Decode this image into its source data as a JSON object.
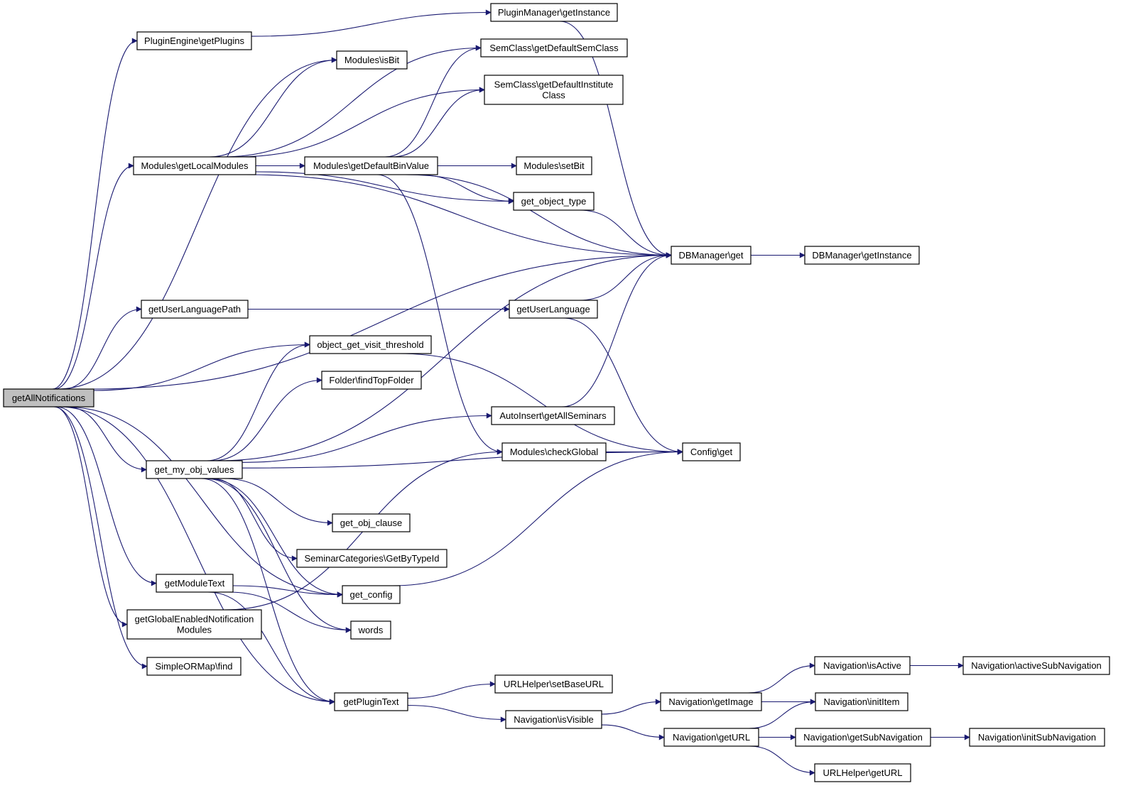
{
  "diagram": {
    "root": "root",
    "nodes": [
      {
        "id": "root",
        "label": "getAllNotifications",
        "highlight": true
      },
      {
        "id": "pe_getPlugins",
        "label": "PluginEngine\\getPlugins"
      },
      {
        "id": "pm_getInstance",
        "label": "PluginManager\\getInstance"
      },
      {
        "id": "mod_isBit",
        "label": "Modules\\isBit"
      },
      {
        "id": "sc_defSem",
        "label": "SemClass\\getDefaultSemClass"
      },
      {
        "id": "sc_defInst",
        "label": "SemClass\\getDefaultInstitute\nClass"
      },
      {
        "id": "mod_getLocal",
        "label": "Modules\\getLocalModules"
      },
      {
        "id": "mod_getDefBin",
        "label": "Modules\\getDefaultBinValue"
      },
      {
        "id": "mod_setBit",
        "label": "Modules\\setBit"
      },
      {
        "id": "get_object_type",
        "label": "get_object_type"
      },
      {
        "id": "dbm_get",
        "label": "DBManager\\get"
      },
      {
        "id": "dbm_getInstance",
        "label": "DBManager\\getInstance"
      },
      {
        "id": "getUserLangPath",
        "label": "getUserLanguagePath"
      },
      {
        "id": "getUserLang",
        "label": "getUserLanguage"
      },
      {
        "id": "obj_visit",
        "label": "object_get_visit_threshold"
      },
      {
        "id": "folder_top",
        "label": "Folder\\findTopFolder"
      },
      {
        "id": "ai_getAllSem",
        "label": "AutoInsert\\getAllSeminars"
      },
      {
        "id": "mod_checkGlobal",
        "label": "Modules\\checkGlobal"
      },
      {
        "id": "config_get",
        "label": "Config\\get"
      },
      {
        "id": "get_my_obj",
        "label": "get_my_obj_values"
      },
      {
        "id": "get_obj_clause",
        "label": "get_obj_clause"
      },
      {
        "id": "semcat",
        "label": "SeminarCategories\\GetByTypeId"
      },
      {
        "id": "getModuleText",
        "label": "getModuleText"
      },
      {
        "id": "get_config",
        "label": "get_config"
      },
      {
        "id": "getGlobalEnabled",
        "label": "getGlobalEnabledNotification\nModules"
      },
      {
        "id": "words",
        "label": "words"
      },
      {
        "id": "sorm_find",
        "label": "SimpleORMap\\find"
      },
      {
        "id": "getPluginText",
        "label": "getPluginText"
      },
      {
        "id": "url_setBase",
        "label": "URLHelper\\setBaseURL"
      },
      {
        "id": "nav_isVisible",
        "label": "Navigation\\isVisible"
      },
      {
        "id": "nav_getImage",
        "label": "Navigation\\getImage"
      },
      {
        "id": "nav_isActive",
        "label": "Navigation\\isActive"
      },
      {
        "id": "nav_activeSub",
        "label": "Navigation\\activeSubNavigation"
      },
      {
        "id": "nav_initItem",
        "label": "Navigation\\initItem"
      },
      {
        "id": "nav_getURL",
        "label": "Navigation\\getURL"
      },
      {
        "id": "nav_getSub",
        "label": "Navigation\\getSubNavigation"
      },
      {
        "id": "nav_initSub",
        "label": "Navigation\\initSubNavigation"
      },
      {
        "id": "url_getURL",
        "label": "URLHelper\\getURL"
      }
    ],
    "edges": [
      [
        "root",
        "pe_getPlugins"
      ],
      [
        "root",
        "mod_isBit"
      ],
      [
        "root",
        "mod_getLocal"
      ],
      [
        "root",
        "dbm_get"
      ],
      [
        "root",
        "getUserLangPath"
      ],
      [
        "root",
        "obj_visit"
      ],
      [
        "root",
        "get_my_obj"
      ],
      [
        "root",
        "get_config"
      ],
      [
        "root",
        "getModuleText"
      ],
      [
        "root",
        "getGlobalEnabled"
      ],
      [
        "root",
        "sorm_find"
      ],
      [
        "root",
        "getPluginText"
      ],
      [
        "pe_getPlugins",
        "pm_getInstance"
      ],
      [
        "pm_getInstance",
        "dbm_get"
      ],
      [
        "mod_getLocal",
        "mod_isBit"
      ],
      [
        "mod_getLocal",
        "sc_defSem"
      ],
      [
        "mod_getLocal",
        "sc_defInst"
      ],
      [
        "mod_getLocal",
        "mod_getDefBin"
      ],
      [
        "mod_getLocal",
        "get_object_type"
      ],
      [
        "mod_getLocal",
        "dbm_get"
      ],
      [
        "mod_getDefBin",
        "sc_defSem"
      ],
      [
        "mod_getDefBin",
        "sc_defInst"
      ],
      [
        "mod_getDefBin",
        "dbm_get"
      ],
      [
        "mod_getDefBin",
        "mod_setBit"
      ],
      [
        "mod_getDefBin",
        "get_object_type"
      ],
      [
        "mod_getDefBin",
        "mod_checkGlobal"
      ],
      [
        "get_object_type",
        "dbm_get"
      ],
      [
        "dbm_get",
        "dbm_getInstance"
      ],
      [
        "getUserLangPath",
        "getUserLang"
      ],
      [
        "getUserLang",
        "dbm_get"
      ],
      [
        "getUserLang",
        "config_get"
      ],
      [
        "obj_visit",
        "config_get"
      ],
      [
        "ai_getAllSem",
        "dbm_get"
      ],
      [
        "mod_checkGlobal",
        "config_get"
      ],
      [
        "get_my_obj",
        "obj_visit"
      ],
      [
        "get_my_obj",
        "folder_top"
      ],
      [
        "get_my_obj",
        "dbm_get"
      ],
      [
        "get_my_obj",
        "ai_getAllSem"
      ],
      [
        "get_my_obj",
        "config_get"
      ],
      [
        "get_my_obj",
        "get_obj_clause"
      ],
      [
        "get_my_obj",
        "semcat"
      ],
      [
        "get_my_obj",
        "get_config"
      ],
      [
        "get_my_obj",
        "words"
      ],
      [
        "get_my_obj",
        "getPluginText"
      ],
      [
        "getModuleText",
        "get_config"
      ],
      [
        "getModuleText",
        "words"
      ],
      [
        "getModuleText",
        "getPluginText"
      ],
      [
        "get_config",
        "config_get"
      ],
      [
        "getGlobalEnabled",
        "mod_checkGlobal"
      ],
      [
        "getPluginText",
        "url_setBase"
      ],
      [
        "getPluginText",
        "nav_isVisible"
      ],
      [
        "nav_isVisible",
        "nav_getImage"
      ],
      [
        "nav_isVisible",
        "nav_getURL"
      ],
      [
        "nav_getImage",
        "nav_isActive"
      ],
      [
        "nav_getImage",
        "nav_initItem"
      ],
      [
        "nav_isActive",
        "nav_activeSub"
      ],
      [
        "nav_getURL",
        "nav_initItem"
      ],
      [
        "nav_getURL",
        "nav_getSub"
      ],
      [
        "nav_getURL",
        "url_getURL"
      ],
      [
        "nav_getSub",
        "nav_initSub"
      ]
    ]
  }
}
